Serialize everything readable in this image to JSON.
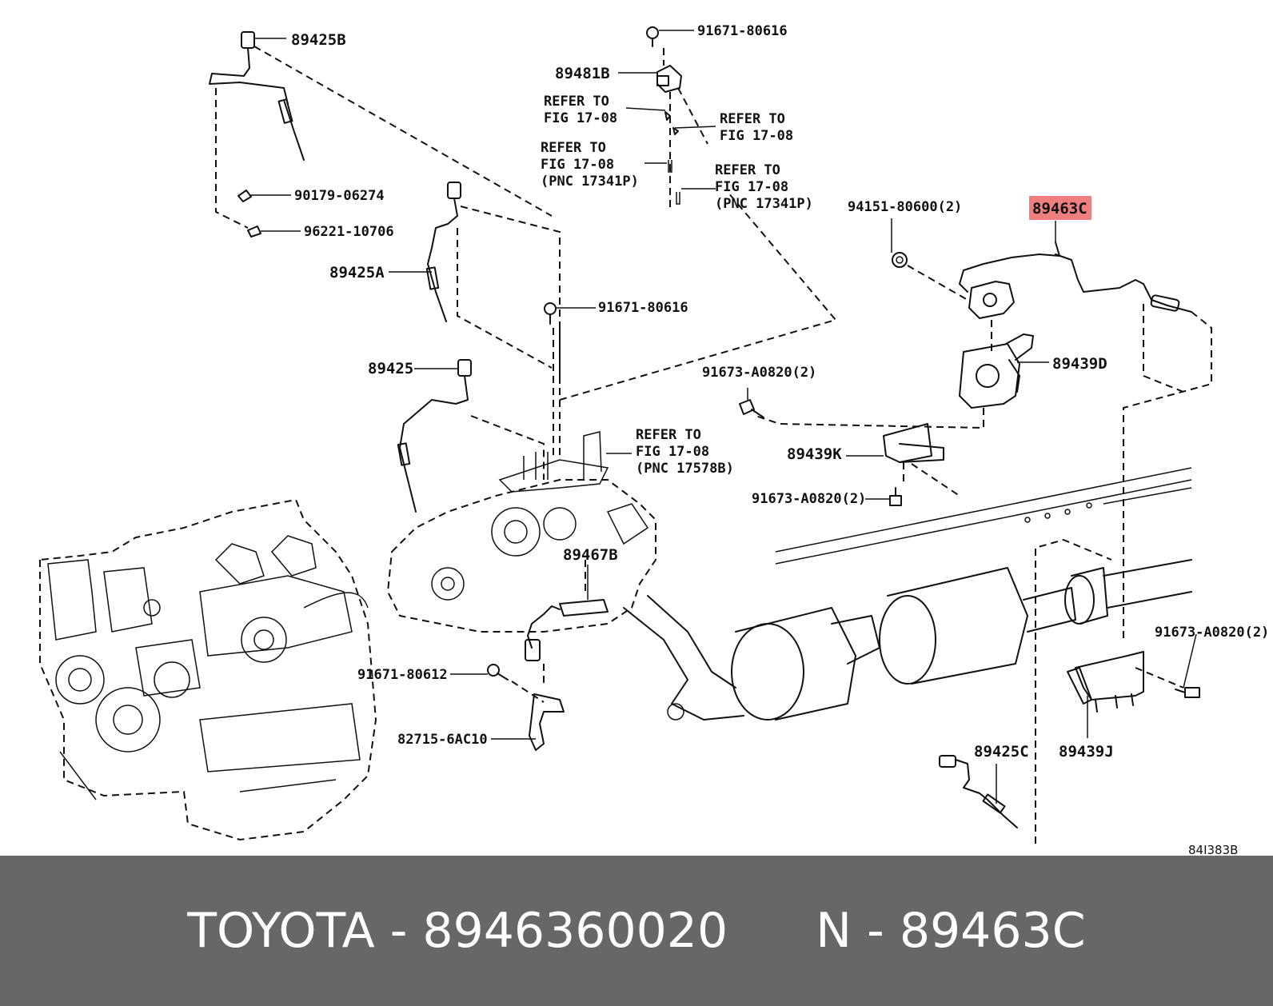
{
  "diagram": {
    "labels": {
      "p89425B": "89425B",
      "p91671_80616_top": "91671-80616",
      "p89481B": "89481B",
      "refer1_l1": "REFER TO",
      "refer1_l2": "FIG 17-08",
      "refer2_l1": "REFER TO",
      "refer2_l2": "FIG 17-08",
      "refer3_l1": "REFER TO",
      "refer3_l2": "FIG 17-08",
      "refer3_l3": "(PNC 17341P)",
      "refer4_l1": "REFER TO",
      "refer4_l2": "FIG 17-08",
      "refer4_l3": "(PNC 17341P)",
      "p90179_06274": "90179-06274",
      "p96221_10706": "96221-10706",
      "p94151_80600": "94151-80600(2)",
      "p89463C": "89463C",
      "p89425A": "89425A",
      "p91671_80616_mid": "91671-80616",
      "p89439D": "89439D",
      "p91673_A0820_a": "91673-A0820(2)",
      "p89425": "89425",
      "refer5_l1": "REFER TO",
      "refer5_l2": "FIG 17-08",
      "refer5_l3": "(PNC 17578B)",
      "p89439K": "89439K",
      "p91673_A0820_b": "91673-A0820(2)",
      "p89467B": "89467B",
      "p91673_A0820_c": "91673-A0820(2)",
      "p91671_80612": "91671-80612",
      "p82715_6AC10": "82715-6AC10",
      "p89425C": "89425C",
      "p89439J": "89439J",
      "figure_code": "84I383B"
    },
    "highlight_color": "#ef7f7f"
  },
  "footer": {
    "left_text": "TOYOTA - 8946360020",
    "right_text": "N - 89463C",
    "background": "#676767",
    "text_color": "#ffffff"
  }
}
